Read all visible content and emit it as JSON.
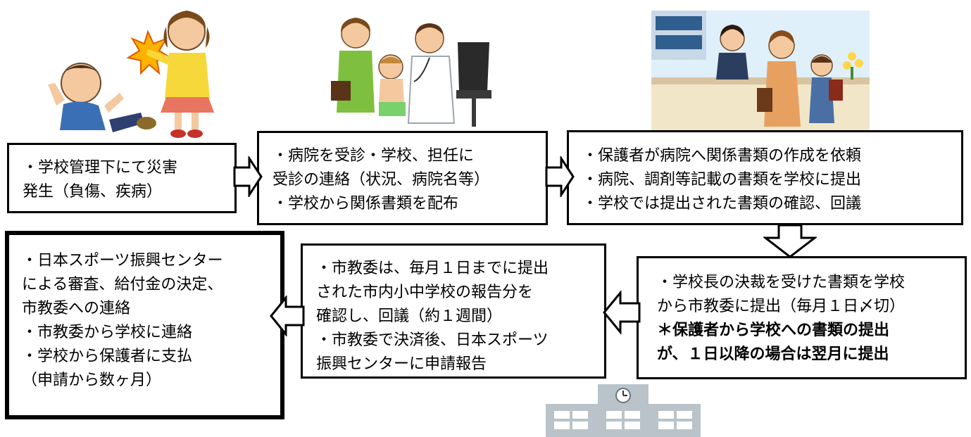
{
  "steps": [
    {
      "lines": [
        "・学校管理下にて災害",
        "発生（負傷、疾病）"
      ]
    },
    {
      "lines": [
        "・病院を受診・学校、担任に",
        "受診の連絡（状況、病院名等）",
        "・学校から関係書類を配布"
      ]
    },
    {
      "lines": [
        "・保護者が病院へ関係書類の作成を依頼",
        "・病院、調剤等記載の書類を学校に提出",
        "・学校では提出された書類の確認、回議"
      ]
    },
    {
      "lines": [
        "・学校長の決裁を受けた書類を学校",
        "から市教委に提出（毎月１日〆切）"
      ],
      "note_lines": [
        "＊保護者から学校への書類の提出",
        "が、１日以降の場合は翌月に提出"
      ]
    },
    {
      "lines": [
        "・市教委は、毎月１日までに提出",
        "された市内小中学校の報告分を",
        "確認し、回議（約１週間）",
        "・市教委で決済後、日本スポーツ",
        "振興センターに申請報告"
      ]
    },
    {
      "lines": [
        "・日本スポーツ振興センター",
        "による審査、給付金の決定、",
        "市教委への連絡",
        "・市教委から学校に連絡",
        "・学校から保護者に支払",
        "（申請から数ヶ月）"
      ]
    }
  ],
  "illustrations": {
    "accident": "children-accident-illustration",
    "clinic": "doctor-examination-illustration",
    "reception": "hospital-reception-illustration",
    "school": "school-building-icon"
  },
  "colors": {
    "border": "#000000",
    "arrow_fill": "#ffffff",
    "school_building": "#b9c3c9"
  }
}
